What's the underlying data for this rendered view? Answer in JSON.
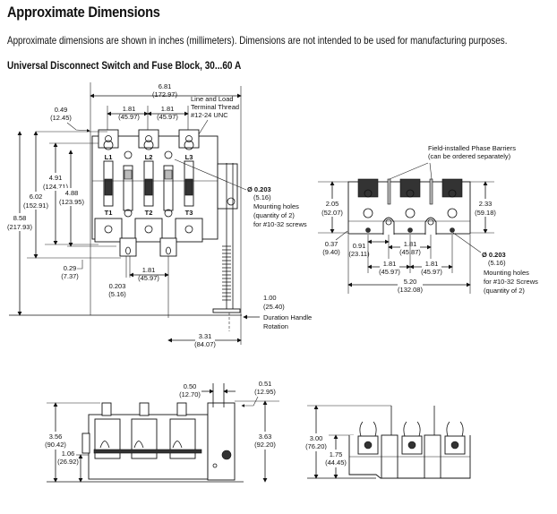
{
  "header": {
    "title": "Approximate Dimensions",
    "description": "Approximate dimensions are shown in inches (millimeters). Dimensions are not intended to be used for manufacturing purposes.",
    "subtitle": "Universal Disconnect Switch and Fuse Block, 30...60 A"
  },
  "front_view": {
    "terminals_top": [
      "L1",
      "L2",
      "L3"
    ],
    "terminals_bottom": [
      "T1",
      "T2",
      "T3"
    ],
    "dims": {
      "overall_width": {
        "in": "6.81",
        "mm": "(172.97)"
      },
      "pitch_left": {
        "in": "1.81",
        "mm": "(45.97)"
      },
      "pitch_right": {
        "in": "1.81",
        "mm": "(45.97)"
      },
      "top_offset": {
        "in": "0.49",
        "mm": "(12.45)"
      },
      "height_491": {
        "in": "4.91",
        "mm": "(124.71)"
      },
      "height_488": {
        "in": "4.88",
        "mm": "(123.95)"
      },
      "height_602": {
        "in": "6.02",
        "mm": "(152.91)"
      },
      "overall_height": {
        "in": "8.58",
        "mm": "(217.93)"
      },
      "bottom_offset": {
        "in": "0.29",
        "mm": "(7.37)"
      },
      "hole_dia": {
        "in": "0.203",
        "mm": "(5.16)"
      },
      "hole_pitch": {
        "in": "1.81",
        "mm": "(45.97)"
      },
      "handle_offset": {
        "in": "1.00",
        "mm": "(25.40)"
      },
      "handle_dist": {
        "in": "3.31",
        "mm": "(84.07)"
      }
    },
    "notes": {
      "terminal_thread": [
        "Line and Load",
        "Terminal Thread",
        "#12-24 UNC"
      ],
      "mounting_holes": [
        "Ø 0.203",
        "(5.16)",
        "Mounting holes",
        "(quantity of 2)",
        "for #10-32 screws"
      ],
      "handle_rotation": [
        "Duration Handle",
        "Rotation"
      ]
    }
  },
  "fuse_block_view": {
    "notes": {
      "phase_barriers": [
        "Field-installed Phase Barriers",
        "(can be ordered separately)"
      ],
      "mounting_holes": [
        "Ø 0.203",
        "(5.16)",
        "Mounting holes",
        "for #10-32 Screws",
        "(quantity of 2)"
      ]
    },
    "dims": {
      "height_left": {
        "in": "2.05",
        "mm": "(52.07)"
      },
      "height_right": {
        "in": "2.33",
        "mm": "(59.18)"
      },
      "left_offset": {
        "in": "0.37",
        "mm": "(9.40)"
      },
      "hole_offset": {
        "in": "0.91",
        "mm": "(23.11)"
      },
      "center_pitch": {
        "in": "1.81",
        "mm": "(45.87)"
      },
      "pitch_left": {
        "in": "1.81",
        "mm": "(45.97)"
      },
      "pitch_right": {
        "in": "1.81",
        "mm": "(45.97)"
      },
      "overall_width": {
        "in": "5.20",
        "mm": "(132.08)"
      }
    }
  },
  "side_view": {
    "dims": {
      "overall_height": {
        "in": "3.56",
        "mm": "(90.42)"
      },
      "base_height": {
        "in": "1.06",
        "mm": "(26.92)"
      },
      "handle_width": {
        "in": "0.50",
        "mm": "(12.70)"
      },
      "handle_offset": {
        "in": "0.51",
        "mm": "(12.95)"
      },
      "right_height": {
        "in": "3.63",
        "mm": "(92.20)"
      }
    }
  },
  "end_view": {
    "dims": {
      "overall_height": {
        "in": "3.00",
        "mm": "(76.20)"
      },
      "base_height": {
        "in": "1.75",
        "mm": "(44.45)"
      }
    }
  }
}
